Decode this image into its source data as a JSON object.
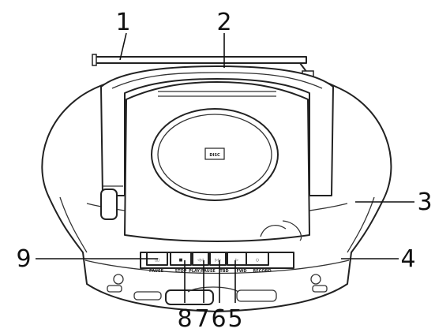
{
  "callouts": [
    "1",
    "2",
    "3",
    "4",
    "5",
    "6",
    "7",
    "8",
    "9"
  ],
  "button_labels": [
    "PAUSE",
    "STOP",
    "PLAY/PAUSE",
    "TBD",
    "FWD",
    "RECORD"
  ],
  "cd_logo_text": "DISC"
}
